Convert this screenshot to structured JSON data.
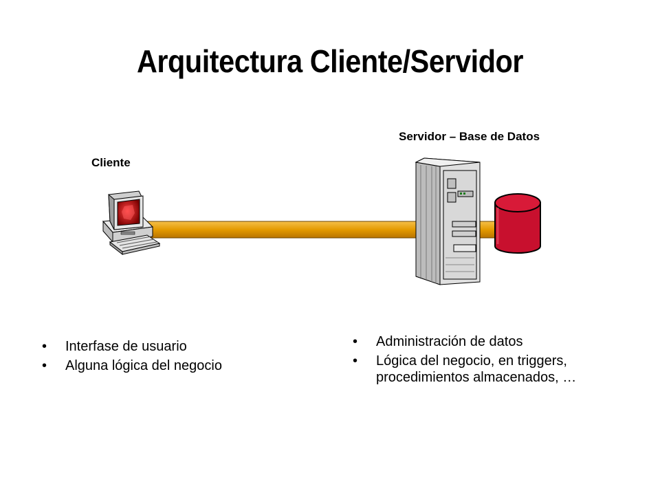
{
  "slide": {
    "title": "Arquitectura Cliente/Servidor"
  },
  "diagram": {
    "client_label": "Cliente",
    "server_label": "Servidor – Base de Datos",
    "link_color": "#E8A000",
    "database_color": "#CC1030",
    "monitor_screen_color": "#CC1020"
  },
  "client_features": [
    "Interfase de usuario",
    "Alguna lógica del negocio"
  ],
  "server_features": [
    "Administración de datos",
    "Lógica del negocio, en triggers, procedimientos almacenados, …"
  ]
}
